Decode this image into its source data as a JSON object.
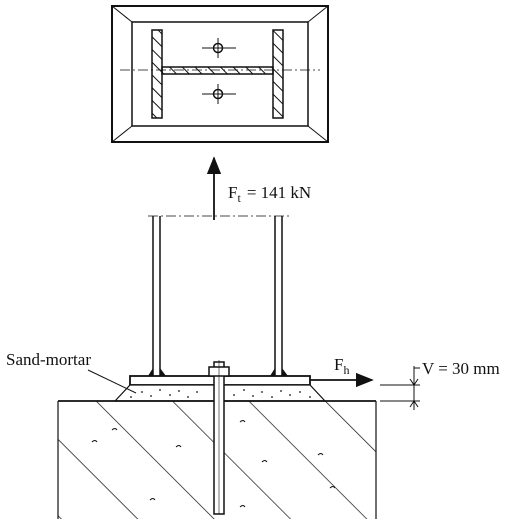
{
  "labels": {
    "force_tension_main": "F",
    "force_tension_sub": "t",
    "force_tension_value": "= 141 kN",
    "force_horizontal_main": "F",
    "force_horizontal_sub": "h",
    "gap": "V = 30 mm",
    "sand_mortar": "Sand-mortar"
  },
  "colors": {
    "line": "#111111",
    "paper": "#ffffff"
  }
}
